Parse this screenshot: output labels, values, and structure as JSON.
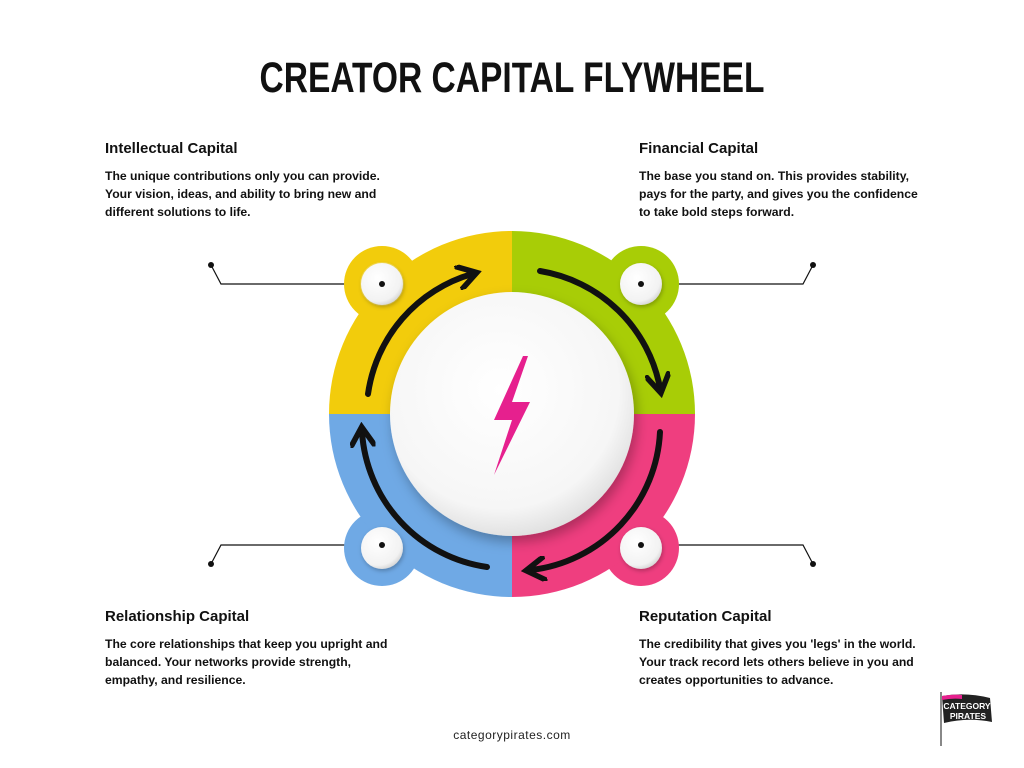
{
  "title": "CREATOR CAPITAL FLYWHEEL",
  "colors": {
    "intellectual": "#f2cc0c",
    "financial": "#a8cd06",
    "reputation": "#ef3e7f",
    "relationship": "#6fa9e5",
    "bolt": "#e6208e"
  },
  "segments": {
    "intellectual": {
      "heading": "Intellectual Capital",
      "text": "The unique contributions only you can provide. Your vision, ideas, and ability to bring new and different solutions to life."
    },
    "financial": {
      "heading": "Financial Capital",
      "text": "The base you stand on. This provides stability, pays for the party, and gives you the confidence to take bold steps forward."
    },
    "relationship": {
      "heading": "Relationship Capital",
      "text": "The core relationships that keep you upright and balanced. Your networks provide strength, empathy, and resilience."
    },
    "reputation": {
      "heading": "Reputation Capital",
      "text": "The credibility that gives you 'legs' in the world. Your track record lets others believe in you and creates opportunities to advance."
    }
  },
  "center_icon": "lightning-bolt-icon",
  "footer": "categorypirates.com",
  "logo": {
    "line1": "CATEGORY",
    "line2": "PIRATES"
  }
}
